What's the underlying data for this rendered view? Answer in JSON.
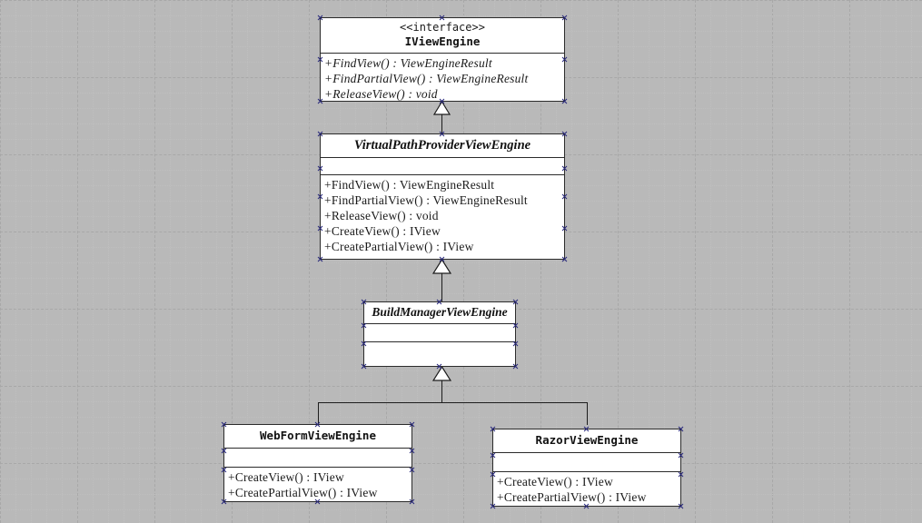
{
  "diagram": {
    "type": "uml-class-diagram",
    "background": "dotted-grid",
    "grid_color": "#c0c0c0",
    "handle_color": "#26267a",
    "line_color": "#1d1d1d"
  },
  "classes": [
    {
      "id": "iviewengine",
      "stereotype": "<<interface>>",
      "name": "IViewEngine",
      "abstract": true,
      "italic_members": true,
      "attributes": [],
      "methods": [
        "+FindView() : ViewEngineResult",
        "+FindPartialView() : ViewEngineResult",
        "+ReleaseView() : void"
      ]
    },
    {
      "id": "virtualpathproviderviewengine",
      "stereotype": "",
      "name": "VirtualPathProviderViewEngine",
      "abstract": true,
      "italic_members": false,
      "attributes": [],
      "methods": [
        "+FindView() : ViewEngineResult",
        "+FindPartialView() : ViewEngineResult",
        "+ReleaseView() : void",
        "+CreateView() : IView",
        "+CreatePartialView() : IView"
      ]
    },
    {
      "id": "buildmanagerviewengine",
      "stereotype": "",
      "name": "BuildManagerViewEngine",
      "abstract": true,
      "italic_members": false,
      "attributes": [],
      "methods": []
    },
    {
      "id": "webformviewengine",
      "stereotype": "",
      "name": "WebFormViewEngine",
      "abstract": false,
      "italic_members": false,
      "attributes": [],
      "methods": [
        "+CreateView() : IView",
        "+CreatePartialView() : IView"
      ]
    },
    {
      "id": "razorviewengine",
      "stereotype": "",
      "name": "RazorViewEngine",
      "abstract": false,
      "italic_members": false,
      "attributes": [],
      "methods": [
        "+CreateView() : IView",
        "+CreatePartialView() : IView"
      ]
    }
  ],
  "relationships": [
    {
      "kind": "realization",
      "from": "virtualpathproviderviewengine",
      "to": "iviewengine"
    },
    {
      "kind": "generalization",
      "from": "buildmanagerviewengine",
      "to": "virtualpathproviderviewengine"
    },
    {
      "kind": "generalization",
      "from": "webformviewengine",
      "to": "buildmanagerviewengine"
    },
    {
      "kind": "generalization",
      "from": "razorviewengine",
      "to": "buildmanagerviewengine"
    }
  ]
}
